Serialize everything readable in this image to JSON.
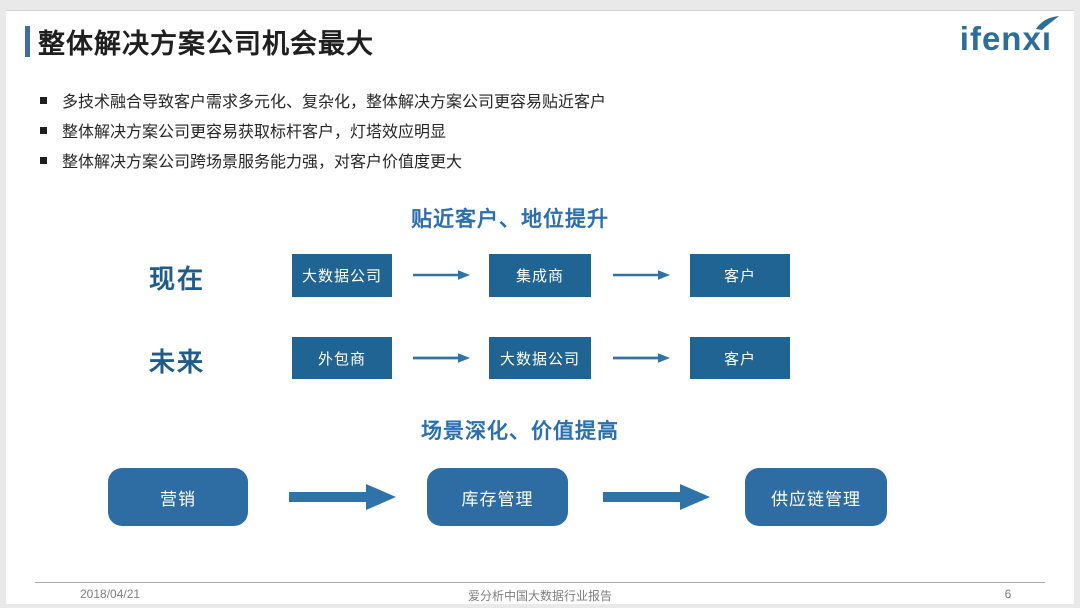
{
  "slide": {
    "title": "整体解决方案公司机会最大",
    "logo_text": "ifenx",
    "logo_text_last": "ı",
    "bullets": [
      "多技术融合导致客户需求多元化、复杂化，整体解决方案公司更容易贴近客户",
      "整体解决方案公司更容易获取标杆客户，灯塔效应明显",
      "整体解决方案公司跨场景服务能力强，对客户价值度更大"
    ],
    "flow_section": {
      "heading": "贴近客户、地位提升",
      "rows": [
        {
          "label": "现在",
          "nodes": [
            "大数据公司",
            "集成商",
            "客户"
          ]
        },
        {
          "label": "未来",
          "nodes": [
            "外包商",
            "大数据公司",
            "客户"
          ]
        }
      ]
    },
    "scene_section": {
      "heading": "场景深化、价值提高",
      "nodes": [
        "营销",
        "库存管理",
        "供应链管理"
      ]
    },
    "footer": {
      "date": "2018/04/21",
      "report": "爱分析中国大数据行业报告",
      "page": "6"
    },
    "colors": {
      "accent_bar": "#3c6e9e",
      "heading_blue": "#2a6faf",
      "row_label_blue": "#1f5c8b",
      "flow_box_fill": "#1f6492",
      "scene_box_fill": "#2e6da4",
      "arrow_blue": "#2e74a8",
      "logo_blue": "#2c6e9b",
      "footer_gray": "#7f7f7f"
    }
  }
}
